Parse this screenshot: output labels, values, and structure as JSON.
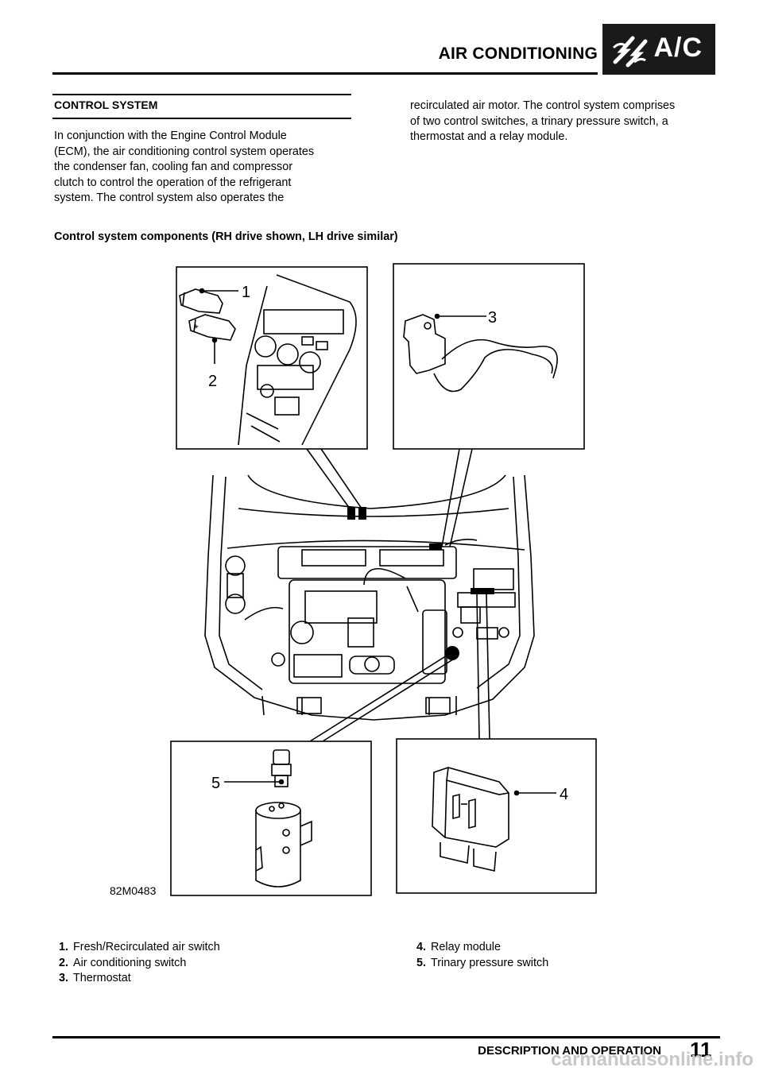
{
  "header": {
    "title": "AIR CONDITIONING",
    "badge": "A/C"
  },
  "section": {
    "title": "CONTROL SYSTEM",
    "col1_lines": [
      "In conjunction with the Engine Control Module",
      "(ECM), the air conditioning control system operates",
      "the condenser fan, cooling fan and compressor",
      "clutch to control the operation of the refrigerant",
      "system. The control system also operates the"
    ],
    "col2_lines": [
      "recirculated air motor. The control system comprises",
      "of two control switches, a trinary pressure switch, a",
      "thermostat and a relay module."
    ]
  },
  "figure": {
    "caption": "Control system components (RH drive shown, LH drive similar)",
    "code": "82M0483",
    "labels": [
      "1",
      "2",
      "3",
      "4",
      "5"
    ]
  },
  "legend": {
    "left": [
      {
        "num": "1.",
        "text": "Fresh/Recirculated air switch"
      },
      {
        "num": "2.",
        "text": "Air conditioning switch"
      },
      {
        "num": "3.",
        "text": "Thermostat"
      }
    ],
    "right": [
      {
        "num": "4.",
        "text": "Relay module"
      },
      {
        "num": "5.",
        "text": "Trinary pressure switch"
      }
    ]
  },
  "footer": {
    "section": "DESCRIPTION AND OPERATION",
    "page": "11",
    "watermark": "carmanualsonline.info"
  }
}
